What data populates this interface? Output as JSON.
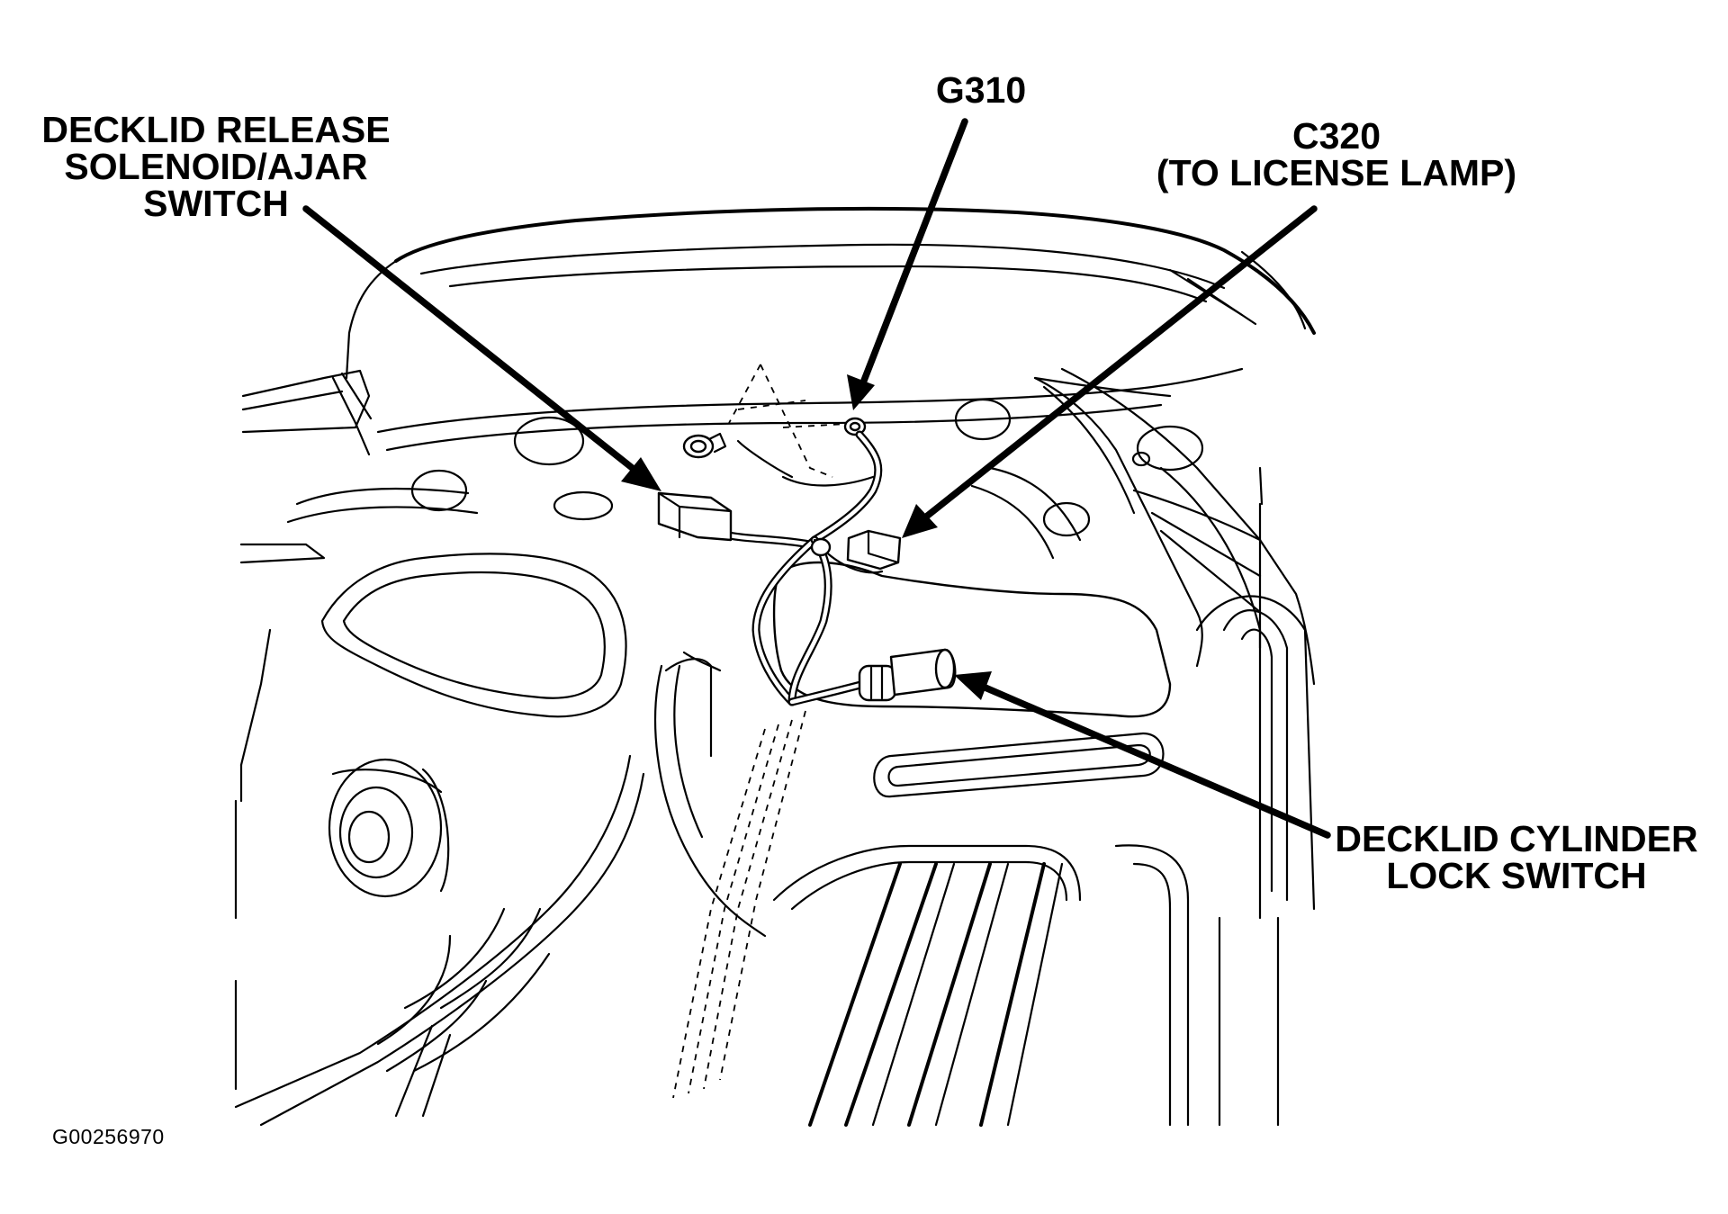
{
  "callouts": {
    "solenoid": [
      "DECKLID RELEASE",
      "SOLENOID/AJAR",
      "SWITCH"
    ],
    "g310": [
      "G310"
    ],
    "c320": [
      "C320",
      "(TO LICENSE LAMP)"
    ],
    "cylinder": [
      "DECKLID CYLINDER",
      "LOCK SWITCH"
    ]
  },
  "figure_id": "G00256970",
  "colors": {
    "ink": "#000000",
    "paper": "#ffffff"
  }
}
